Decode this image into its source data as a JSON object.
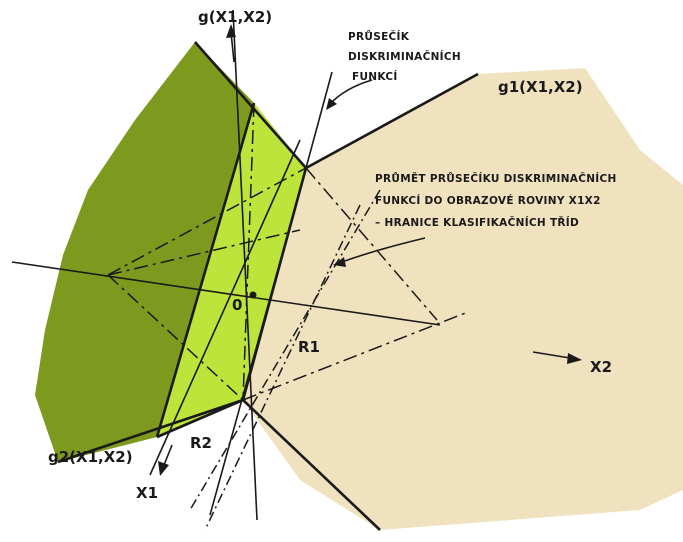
{
  "colors": {
    "plane_g1": "#f0e2bf",
    "plane_g2": "#7e9a1e",
    "intersection_band": "#bde43a",
    "ink": "#1a1a1a"
  },
  "labels": {
    "g_axis": "g(X1,X2)",
    "g1": "g1(X1,X2)",
    "g2": "g2(X1,X2)",
    "x1_axis": "X1",
    "x2_axis": "X2",
    "origin": "0",
    "region_r1": "R1",
    "region_r2": "R2"
  },
  "annotations": {
    "intersection_line1": "PRŮSEČÍK",
    "intersection_line2": "DISKRIMINAČNÍCH",
    "intersection_line3": "FUNKCÍ",
    "projection_line1": "PRŮMĚT PRŮSEČÍKU DISKRIMINAČNÍCH",
    "projection_line2": "FUNKCÍ DO OBRAZOVÉ ROVINY X1X2",
    "projection_line3": "– HRANICE KLASIFIKAČNÍCH TŘÍD"
  }
}
